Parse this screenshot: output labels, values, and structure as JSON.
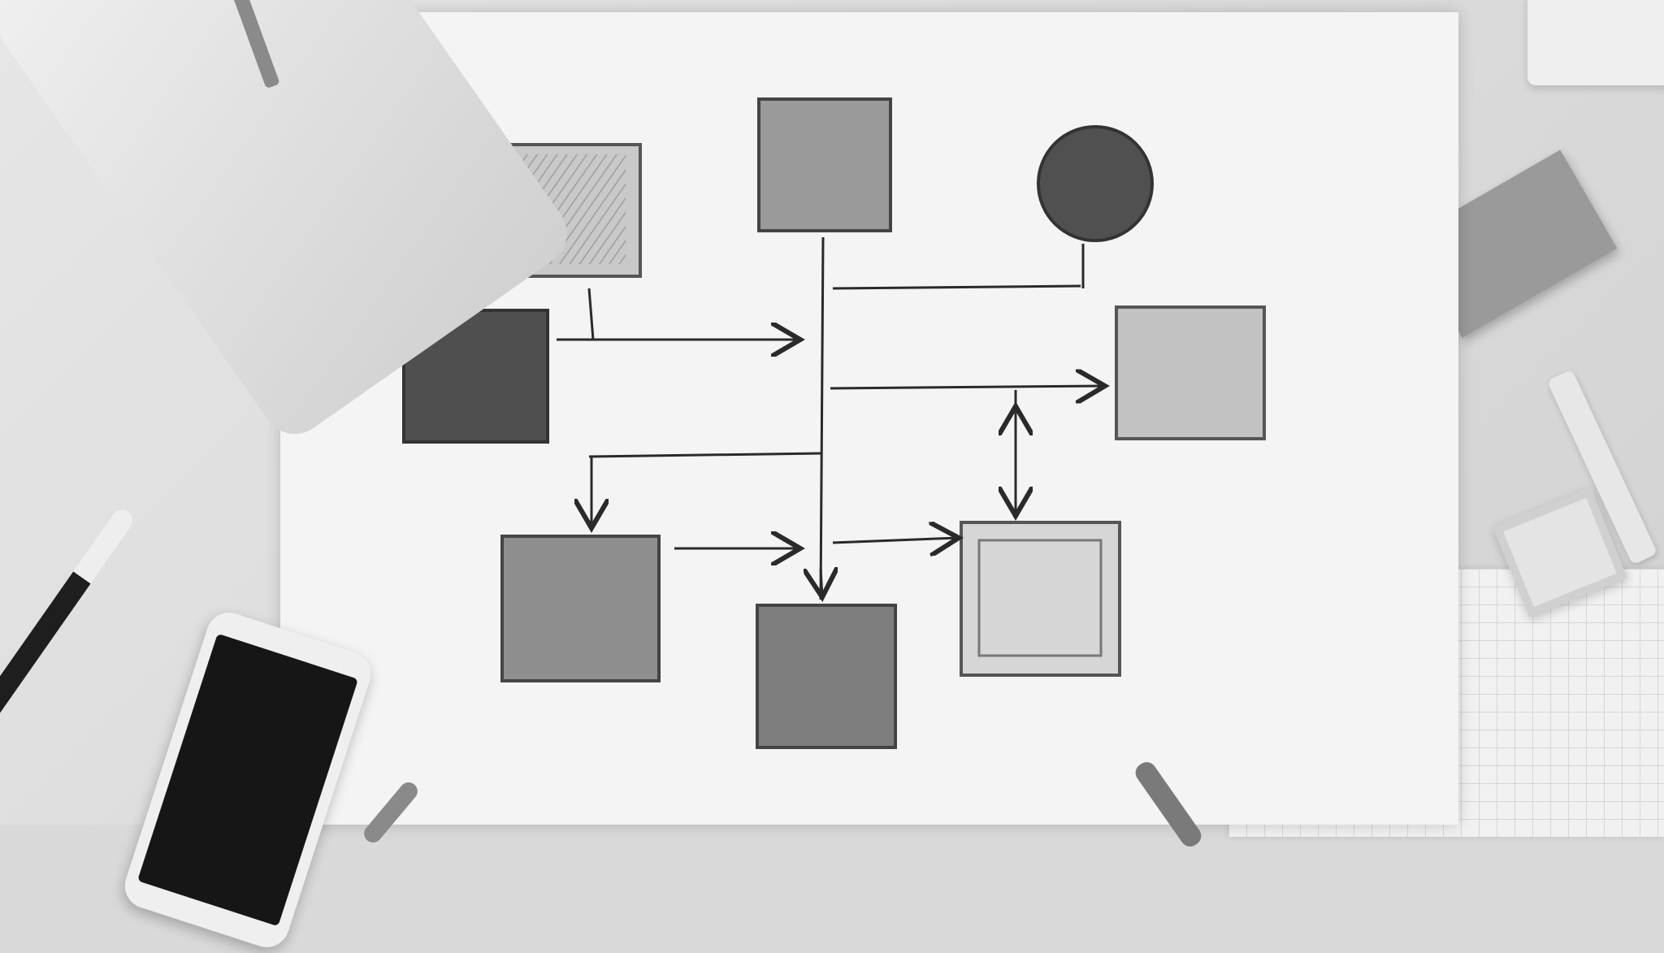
{
  "image": {
    "style": "grayscale",
    "palette": {
      "paper": "#f4f4f4",
      "desk": "#d9d9d9",
      "ink": "#2a2a2a",
      "shade_dark": "#4f4f4f",
      "shade_mid": "#8c8c8c",
      "shade_light": "#bdbdbd"
    }
  },
  "diagram": {
    "nodes": [
      {
        "id": "n1",
        "shape": "square",
        "fill": "light-hatched"
      },
      {
        "id": "n2",
        "shape": "square",
        "fill": "mid"
      },
      {
        "id": "n3",
        "shape": "circle",
        "fill": "dark"
      },
      {
        "id": "n4",
        "shape": "square",
        "fill": "dark"
      },
      {
        "id": "n5",
        "shape": "square",
        "fill": "light"
      },
      {
        "id": "n6",
        "shape": "square",
        "fill": "mid"
      },
      {
        "id": "n7",
        "shape": "square",
        "fill": "mid"
      },
      {
        "id": "n8",
        "shape": "square",
        "fill": "light-outlined"
      }
    ],
    "edges": [
      {
        "from": "n4",
        "to": "trunk",
        "style": "arrow"
      },
      {
        "from": "trunk",
        "to": "n5",
        "style": "arrow"
      },
      {
        "from": "n3",
        "to": "trunk",
        "style": "line"
      },
      {
        "from": "trunk",
        "to": "n6",
        "style": "arrow-down"
      },
      {
        "from": "trunk",
        "to": "n7",
        "style": "arrow-down"
      },
      {
        "from": "n6",
        "to": "n7",
        "style": "arrow"
      },
      {
        "from": "n5",
        "to": "n8",
        "style": "double-arrow"
      },
      {
        "from": "trunk",
        "to": "n8",
        "style": "arrow-left"
      }
    ]
  },
  "desk_items": [
    "laptop",
    "smartphone",
    "pen",
    "pencil",
    "marker",
    "keyboard",
    "card",
    "tray",
    "grid-paper",
    "paper-roll"
  ]
}
